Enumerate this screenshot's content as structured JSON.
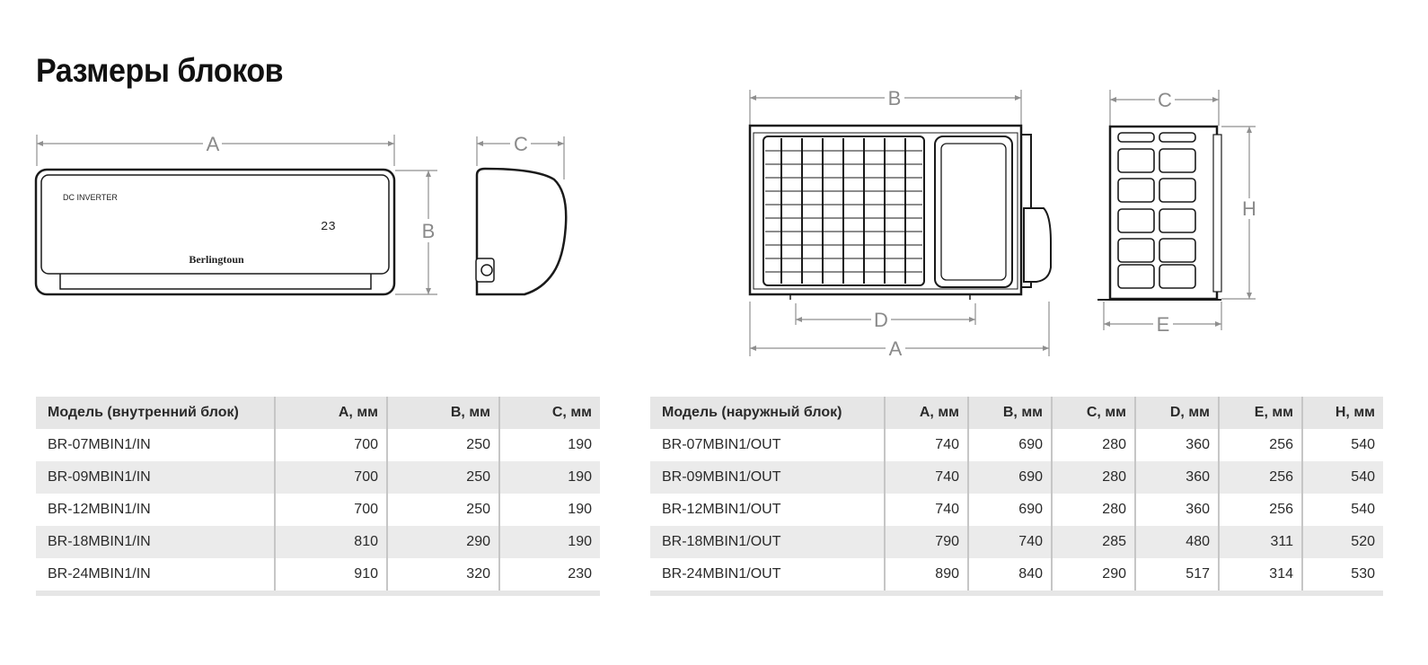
{
  "page": {
    "title": "Размеры блоков"
  },
  "indoor_unit": {
    "badge": "DC INVERTER",
    "display": "23",
    "brand": "Berlingtoun",
    "dims": {
      "a": "A",
      "b": "B",
      "c": "C"
    }
  },
  "outdoor_unit": {
    "dims": {
      "a": "A",
      "b": "B",
      "c": "C",
      "d": "D",
      "e": "E",
      "h": "H"
    }
  },
  "indoor_table": {
    "headers": [
      "Модель (внутренний блок)",
      "A, мм",
      "B, мм",
      "C, мм"
    ],
    "rows": [
      [
        "BR-07MBIN1/IN",
        "700",
        "250",
        "190"
      ],
      [
        "BR-09MBIN1/IN",
        "700",
        "250",
        "190"
      ],
      [
        "BR-12MBIN1/IN",
        "700",
        "250",
        "190"
      ],
      [
        "BR-18MBIN1/IN",
        "810",
        "290",
        "190"
      ],
      [
        "BR-24MBIN1/IN",
        "910",
        "320",
        "230"
      ]
    ]
  },
  "outdoor_table": {
    "headers": [
      "Модель (наружный блок)",
      "A, мм",
      "B, мм",
      "C, мм",
      "D, мм",
      "E, мм",
      "H, мм"
    ],
    "rows": [
      [
        "BR-07MBIN1/OUT",
        "740",
        "690",
        "280",
        "360",
        "256",
        "540"
      ],
      [
        "BR-09MBIN1/OUT",
        "740",
        "690",
        "280",
        "360",
        "256",
        "540"
      ],
      [
        "BR-12MBIN1/OUT",
        "740",
        "690",
        "280",
        "360",
        "256",
        "540"
      ],
      [
        "BR-18MBIN1/OUT",
        "790",
        "740",
        "285",
        "480",
        "311",
        "520"
      ],
      [
        "BR-24MBIN1/OUT",
        "890",
        "840",
        "290",
        "517",
        "314",
        "530"
      ]
    ]
  }
}
